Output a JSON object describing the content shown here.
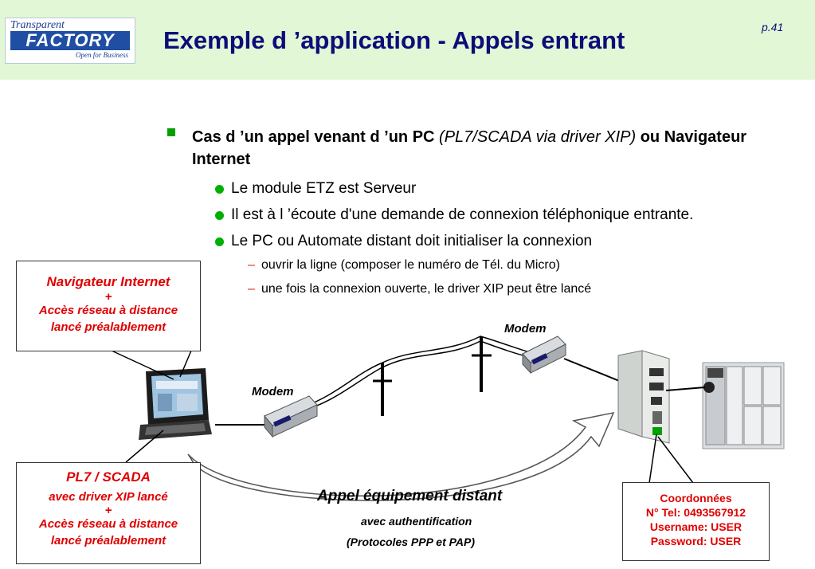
{
  "header": {
    "logo_top": "Transparent",
    "logo_main": "FACTORY",
    "logo_sub": "Open for Business",
    "title": "Exemple d ’application - Appels entrant",
    "page": "p.41"
  },
  "content": {
    "bullet1_bold": "Cas d ’un appel venant d ’un PC",
    "bullet1_italic": "(PL7/SCADA via driver XIP)",
    "bullet1_end": "ou Navigateur Internet",
    "sub_bullets": [
      "Le module ETZ est Serveur",
      "Il est à l ’écoute d'une demande de connexion téléphonique entrante.",
      "Le PC ou Automate distant doit initialiser la connexion"
    ],
    "sub_sub_bullets": [
      "ouvrir la ligne (composer le numéro de Tél. du Micro)",
      "une fois la connexion ouverte, le driver XIP peut être lancé"
    ],
    "dash": "–"
  },
  "boxes": {
    "navigateur": {
      "line1": "Navigateur Internet",
      "line2": "+",
      "line3": "Accès réseau à distance",
      "line4": "lancé préalablement"
    },
    "pl7": {
      "line1": "PL7 / SCADA",
      "line2": "avec driver XIP lancé",
      "line3": "+",
      "line4": "Accès réseau à distance",
      "line5": "lancé préalablement"
    },
    "coordonnees": {
      "line1": "Coordonnées",
      "line2": "N° Tel: 0493567912",
      "line3": "Username: USER",
      "line4": "Password: USER"
    }
  },
  "labels": {
    "modem_left": "Modem",
    "modem_right": "Modem",
    "appel_title": "Appel équipement distant",
    "appel_sub1": "avec authentification",
    "appel_sub2": "(Protocoles PPP et PAP)"
  },
  "colors": {
    "header_bg": "#e2f7d6",
    "title": "#0d0d78",
    "bullet_green": "#00b000",
    "box_text_red": "#e00000"
  }
}
